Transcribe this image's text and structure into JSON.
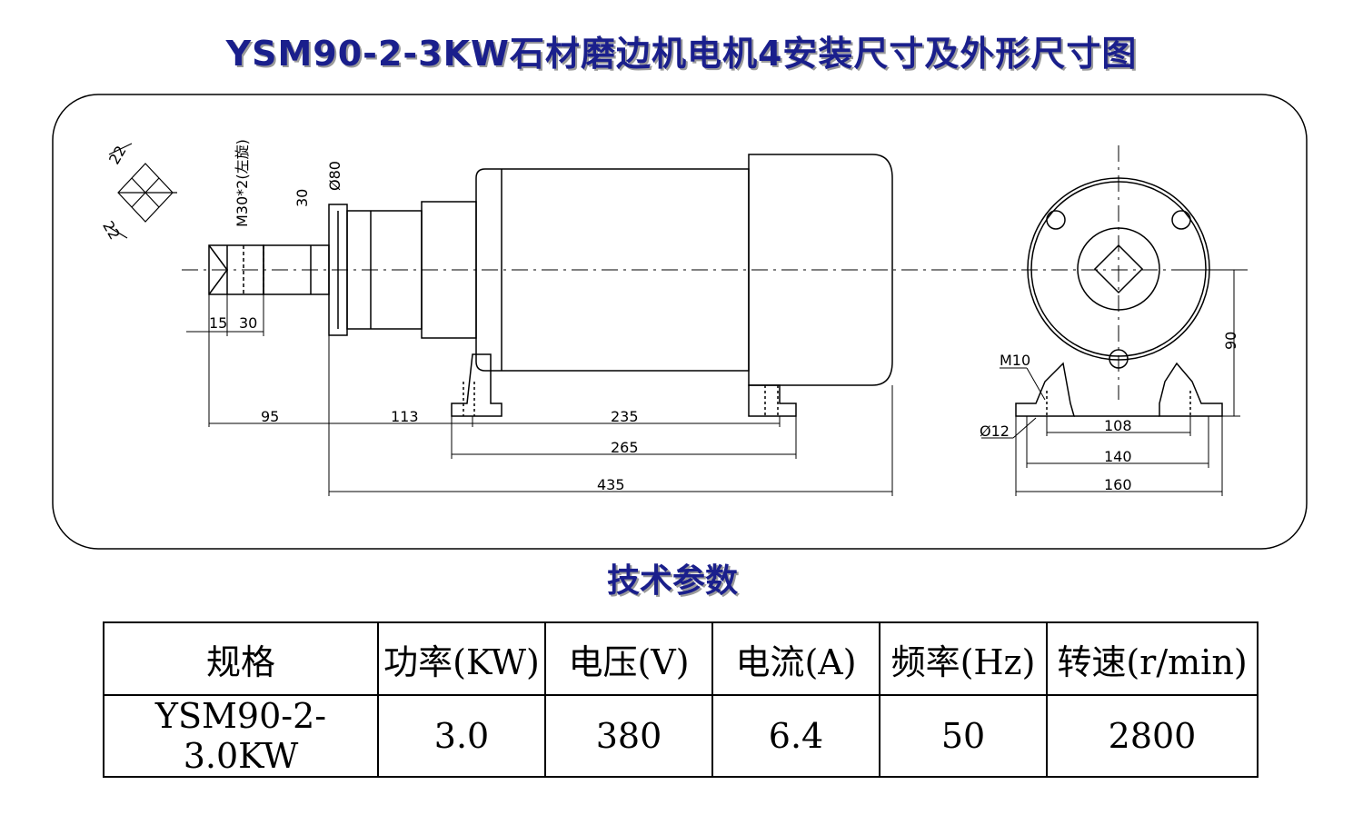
{
  "title": "YSM90-2-3KW石材磨边机电机4安装尺寸及外形尺寸图",
  "diagram": {
    "labels": {
      "chamfer_top": "22",
      "chamfer_bottom": "22",
      "thread": "M30*2(左旋)",
      "shaft_dia": "30",
      "flange_dia": "Ø80",
      "shaft_15": "15",
      "shaft_30": "30",
      "d95": "95",
      "d113": "113",
      "d235": "235",
      "d265": "265",
      "d435": "435",
      "m10": "M10",
      "d90": "90",
      "d12": "Ø12",
      "d108": "108",
      "d140": "140",
      "d160": "160"
    }
  },
  "specs_title": "技术参数",
  "table": {
    "headers": [
      "规格",
      "功率(KW)",
      "电压(V)",
      "电流(A)",
      "频率(Hz)",
      "转速(r/min)"
    ],
    "row": [
      "YSM90-2-3.0KW",
      "3.0",
      "380",
      "6.4",
      "50",
      "2800"
    ]
  }
}
